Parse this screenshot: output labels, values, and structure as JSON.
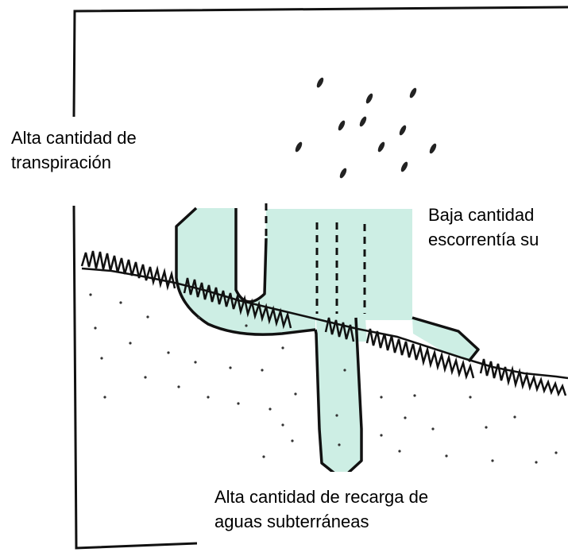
{
  "diagram": {
    "colors": {
      "background": "#ffffff",
      "water": "#cdeee4",
      "line": "#111111",
      "text": "#000000"
    },
    "labels": {
      "transpiration": {
        "line1": "Alta cantidad de",
        "line2": "transpiración"
      },
      "runoff": {
        "line1": "Baja cantidad",
        "line2": "escorrentía su"
      },
      "recharge": {
        "line1": "Alta cantidad de recarga de",
        "line2": "aguas subterráneas"
      }
    }
  }
}
